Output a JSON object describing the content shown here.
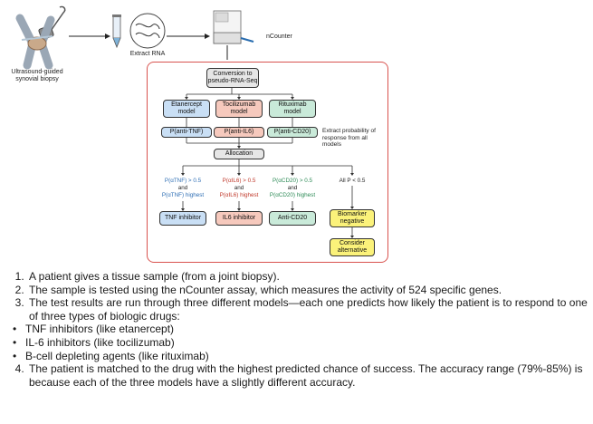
{
  "top_labels": {
    "biopsy": "Ultrasound-guided synovial biopsy",
    "extract": "Extract RNA",
    "ncounter": "nCounter"
  },
  "flow": {
    "conversion": "Conversion to pseudo-RNA-Seq",
    "models": [
      {
        "label": "Etanercept model",
        "prob": "P(anti-TNF)"
      },
      {
        "label": "Tocilizumab model",
        "prob": "P(anti-IL6)"
      },
      {
        "label": "Rituximab model",
        "prob": "P(anti-CD20)"
      }
    ],
    "extract_note": "Extract probability of response from all models",
    "allocation": "Allocation",
    "conditions": [
      {
        "line1": "P(αTNF) > 0.5",
        "line2": "and",
        "line3": "P(αTNF) highest"
      },
      {
        "line1": "P(αIL6) > 0.5",
        "line2": "and",
        "line3": "P(αIL6) highest"
      },
      {
        "line1": "P(αCD20) > 0.5",
        "line2": "and",
        "line3": "P(αCD20) highest"
      },
      {
        "line1": "All P < 0.5",
        "line2": "",
        "line3": ""
      }
    ],
    "outcomes": [
      "TNF inhibitor",
      "IL6 inhibitor",
      "Anti-CD20",
      "Biomarker negative"
    ],
    "consider": "Consider alternative"
  },
  "steps": [
    "A patient gives a tissue sample (from a joint biopsy).",
    "The sample is tested using the nCounter assay, which measures the activity of 524 specific genes.",
    "The test results are run through three different models—each one predicts how likely the patient is to respond to one of three types of biologic drugs:",
    "The patient is matched to the drug with the highest predicted chance of success. The accuracy range (79%-85%) is because each of the three models have a slightly different accuracy."
  ],
  "drug_types": [
    "TNF inhibitors (like etanercept)",
    "IL-6 inhibitors (like tocilizumab)",
    "B-cell depleting agents (like rituximab)"
  ],
  "colors": {
    "panel_border": "#d9534f",
    "blue": "#c9dff5",
    "red": "#f6c9bd",
    "green": "#c9ead9",
    "yellow": "#fbf27a"
  }
}
